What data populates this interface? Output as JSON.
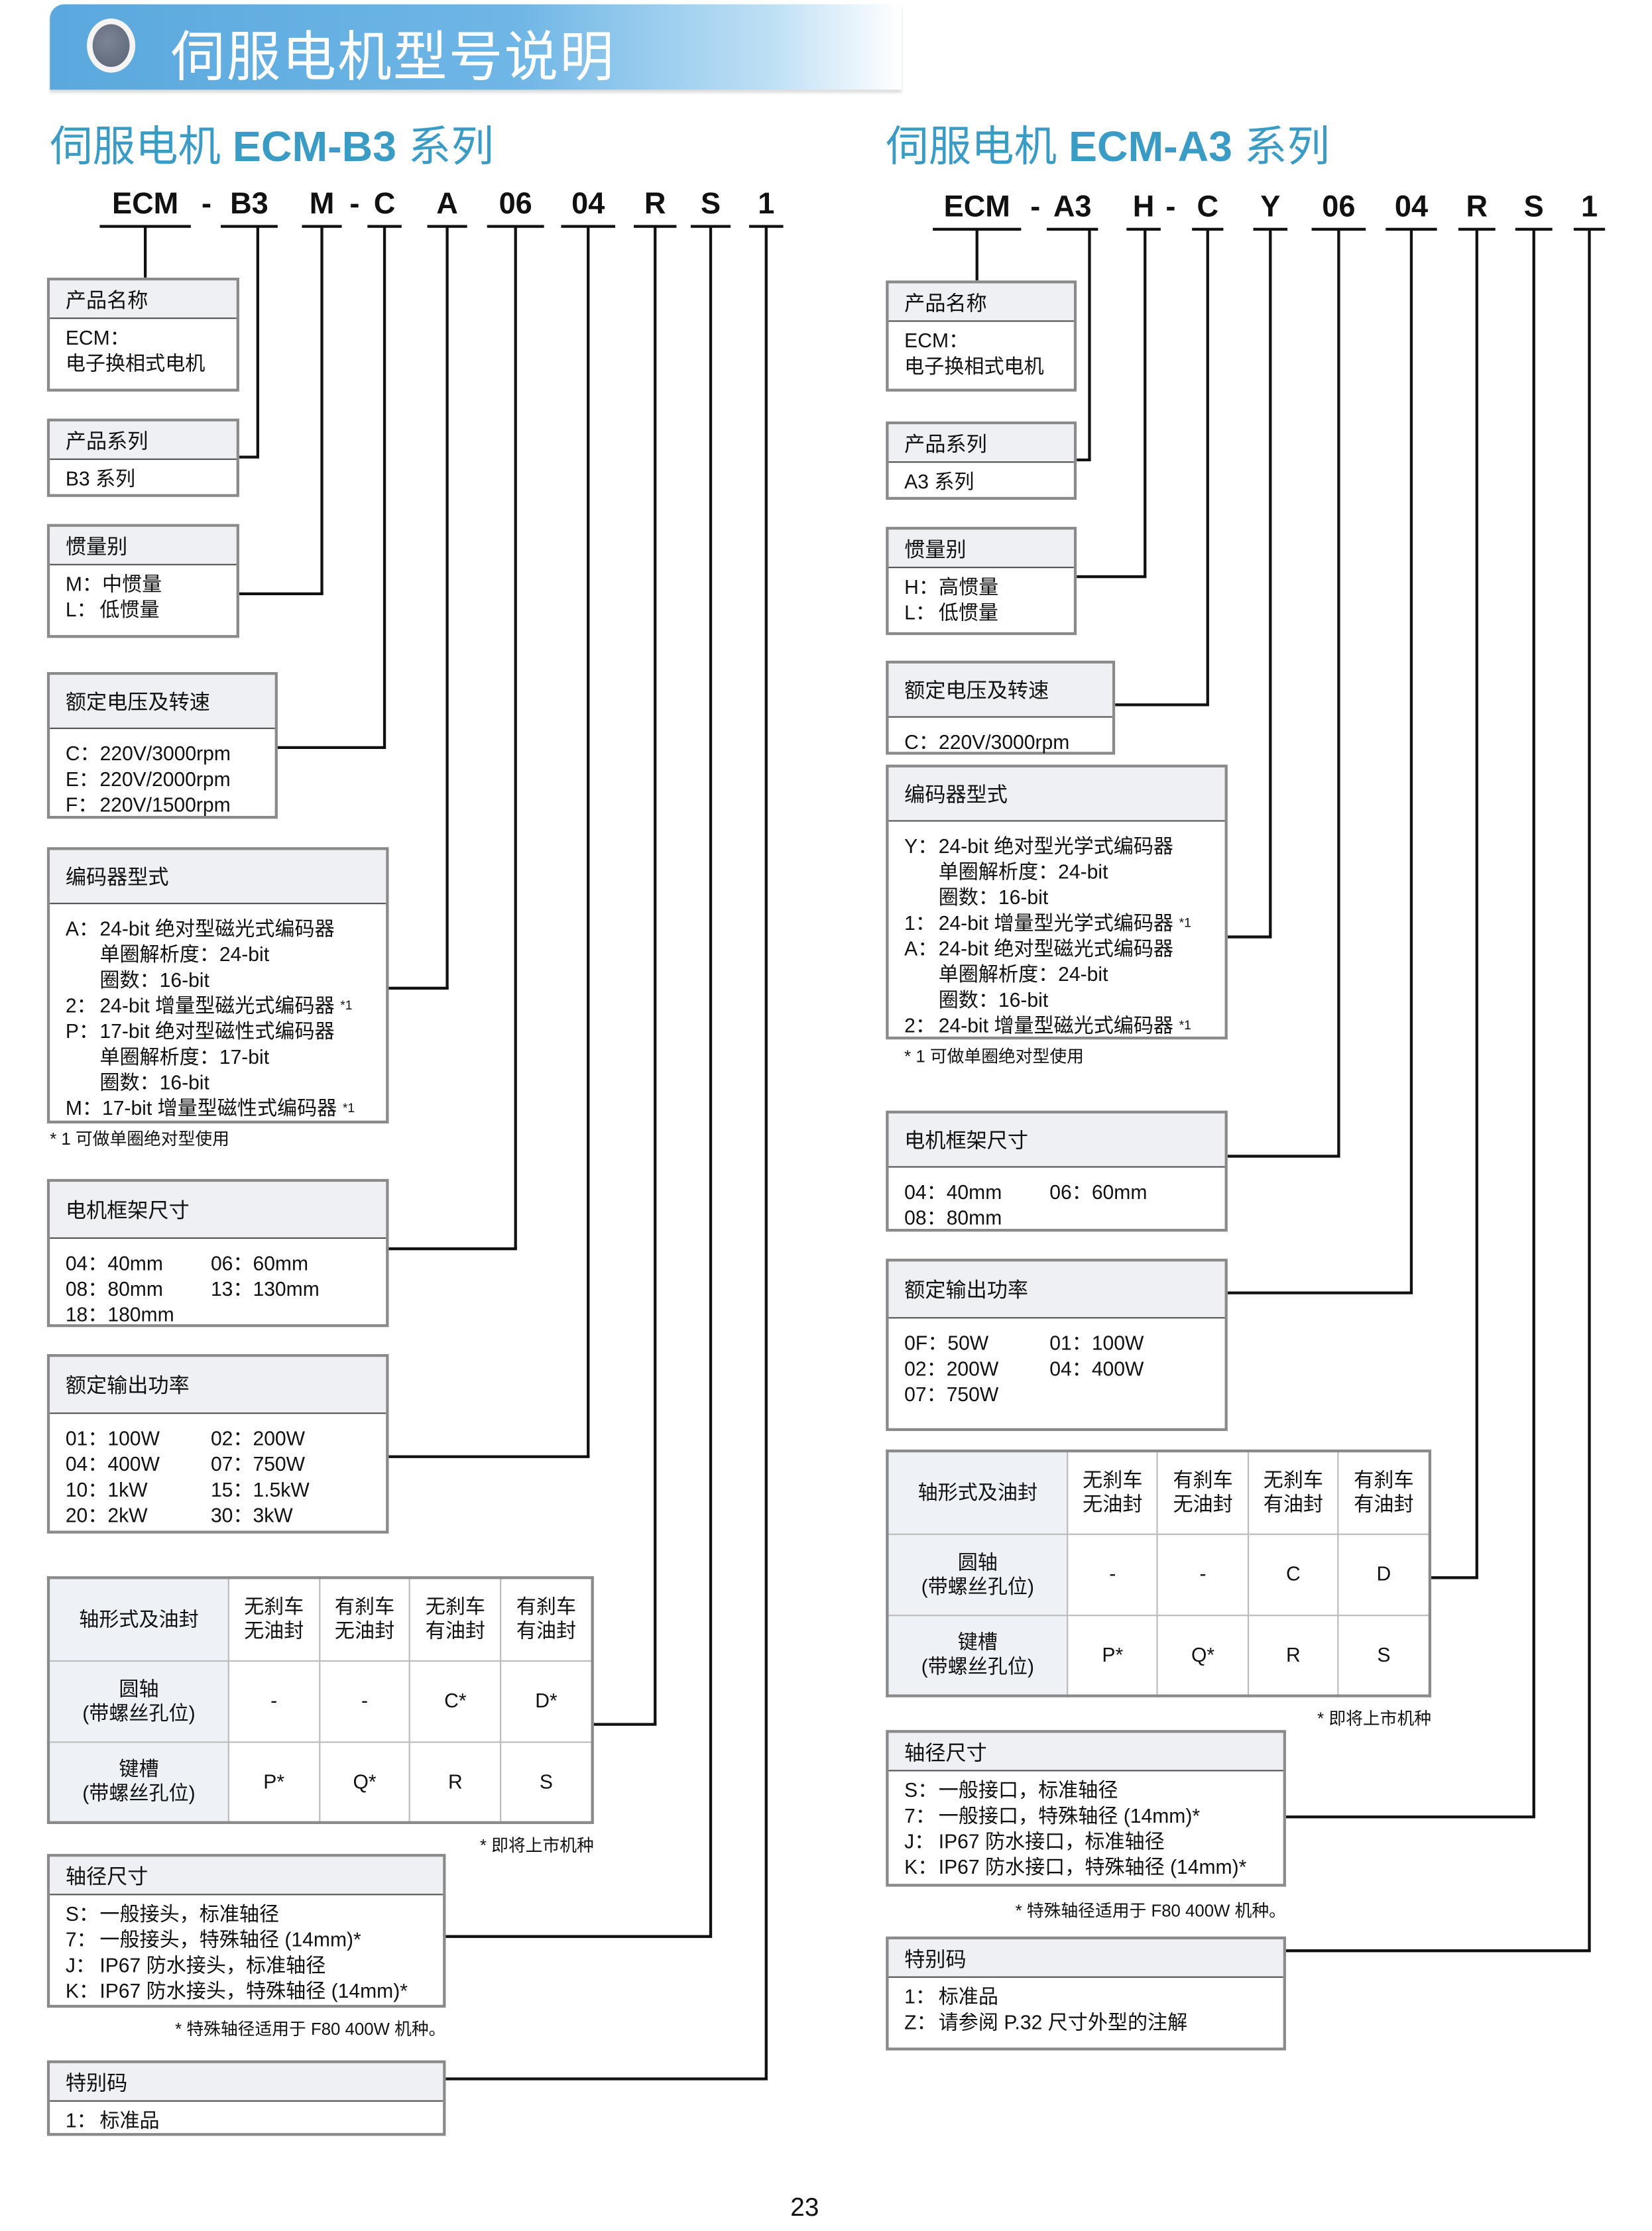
{
  "header": {
    "title": "伺服电机型号说明"
  },
  "page_number": "23",
  "left": {
    "title_prefix": "伺服电机 ",
    "title_model": "ECM-B3",
    "title_suffix": " 系列",
    "code": [
      "ECM",
      "-",
      "B3",
      "M",
      "-",
      "C",
      "A",
      "06",
      "04",
      "R",
      "S",
      "1"
    ],
    "boxes": [
      {
        "title": "产品名称",
        "lines": [
          {
            "t": "ECM："
          },
          {
            "t": "电子换相式电机"
          }
        ]
      },
      {
        "title": "产品系列",
        "lines": [
          {
            "t": "B3 系列"
          }
        ]
      },
      {
        "title": "惯量别",
        "lines": [
          {
            "k": "M：",
            "t": "中惯量"
          },
          {
            "k": "L：",
            "t": "低惯量"
          }
        ]
      },
      {
        "title": "额定电压及转速",
        "lines": [
          {
            "k": "C：",
            "t": "220V/3000rpm"
          },
          {
            "k": "E：",
            "t": "220V/2000rpm"
          },
          {
            "k": "F：",
            "t": "220V/1500rpm"
          }
        ]
      },
      {
        "title": "编码器型式",
        "lines": [
          {
            "k": "A：",
            "t": "24-bit 绝对型磁光式编码器"
          },
          {
            "k": "",
            "t": "单圈解析度：24-bit"
          },
          {
            "k": "",
            "t": "圈数：16-bit"
          },
          {
            "k": "2：",
            "t": "24-bit 增量型磁光式编码器",
            "sup": "*1"
          },
          {
            "k": "P：",
            "t": "17-bit 绝对型磁性式编码器"
          },
          {
            "k": "",
            "t": "单圈解析度：17-bit"
          },
          {
            "k": "",
            "t": "圈数：16-bit"
          },
          {
            "k": "M：",
            "t": "17-bit 增量型磁性式编码器",
            "sup": "*1"
          }
        ]
      },
      {
        "title": "电机框架尺寸",
        "lines": [
          {
            "cols": [
              "04：40mm",
              "06：60mm"
            ]
          },
          {
            "cols": [
              "08：80mm",
              "13：130mm"
            ]
          },
          {
            "cols": [
              "18：180mm"
            ]
          }
        ]
      },
      {
        "title": "额定输出功率",
        "lines": [
          {
            "cols": [
              "01：100W",
              "02：200W"
            ]
          },
          {
            "cols": [
              "04：400W",
              "07：750W"
            ]
          },
          {
            "cols": [
              "10：1kW",
              "15：1.5kW"
            ]
          },
          {
            "cols": [
              "20：2kW",
              "30：3kW"
            ]
          }
        ]
      },
      {
        "title": "轴径尺寸",
        "lines": [
          {
            "k": "S：",
            "t": "一般接头，标准轴径"
          },
          {
            "k": "7：",
            "t": "一般接头，特殊轴径 (14mm)*"
          },
          {
            "k": "J：",
            "t": "IP67 防水接头，标准轴径"
          },
          {
            "k": "K：",
            "t": "IP67 防水接头，特殊轴径 (14mm)*"
          }
        ]
      },
      {
        "title": "特别码",
        "lines": [
          {
            "k": "1：",
            "t": "标准品"
          }
        ]
      }
    ],
    "table": {
      "header": [
        "轴形式及油封",
        "无刹车\n无油封",
        "有刹车\n无油封",
        "无刹车\n有油封",
        "有刹车\n有油封"
      ],
      "rows": [
        [
          "圆轴\n(带螺丝孔位)",
          "-",
          "-",
          "C*",
          "D*"
        ],
        [
          "键槽\n(带螺丝孔位)",
          "P*",
          "Q*",
          "R",
          "S"
        ]
      ]
    },
    "notes": {
      "encoder": "* 1 可做单圈绝对型使用",
      "table": "* 即将上市机种",
      "shaft": "* 特殊轴径适用于 F80 400W 机种。"
    }
  },
  "right": {
    "title_prefix": "伺服电机 ",
    "title_model": "ECM-A3",
    "title_suffix": " 系列",
    "code": [
      "ECM",
      "-",
      "A3",
      "H",
      "-",
      "C",
      "Y",
      "06",
      "04",
      "R",
      "S",
      "1"
    ],
    "boxes": [
      {
        "title": "产品名称",
        "lines": [
          {
            "t": "ECM："
          },
          {
            "t": "电子换相式电机"
          }
        ]
      },
      {
        "title": "产品系列",
        "lines": [
          {
            "t": "A3 系列"
          }
        ]
      },
      {
        "title": "惯量别",
        "lines": [
          {
            "k": "H：",
            "t": "高惯量"
          },
          {
            "k": "L：",
            "t": "低惯量"
          }
        ]
      },
      {
        "title": "额定电压及转速",
        "lines": [
          {
            "k": "C：",
            "t": "220V/3000rpm"
          }
        ]
      },
      {
        "title": "编码器型式",
        "lines": [
          {
            "k": "Y：",
            "t": "24-bit 绝对型光学式编码器"
          },
          {
            "k": "",
            "t": "单圈解析度：24-bit"
          },
          {
            "k": "",
            "t": "圈数：16-bit"
          },
          {
            "k": "1：",
            "t": "24-bit 增量型光学式编码器",
            "sup": "*1"
          },
          {
            "k": "A：",
            "t": "24-bit 绝对型磁光式编码器"
          },
          {
            "k": "",
            "t": "单圈解析度：24-bit"
          },
          {
            "k": "",
            "t": "圈数：16-bit"
          },
          {
            "k": "2：",
            "t": "24-bit 增量型磁光式编码器",
            "sup": "*1"
          }
        ]
      },
      {
        "title": "电机框架尺寸",
        "lines": [
          {
            "cols": [
              "04：40mm",
              "06：60mm"
            ]
          },
          {
            "cols": [
              "08：80mm"
            ]
          }
        ]
      },
      {
        "title": "额定输出功率",
        "lines": [
          {
            "cols": [
              "0F：50W",
              "01：100W"
            ]
          },
          {
            "cols": [
              "02：200W",
              "04：400W"
            ]
          },
          {
            "cols": [
              "07：750W"
            ]
          }
        ]
      },
      {
        "title": "轴径尺寸",
        "lines": [
          {
            "k": "S：",
            "t": "一般接口，标准轴径"
          },
          {
            "k": "7：",
            "t": "一般接口，特殊轴径 (14mm)*"
          },
          {
            "k": "J：",
            "t": "IP67 防水接口，标准轴径"
          },
          {
            "k": "K：",
            "t": "IP67 防水接口，特殊轴径 (14mm)*"
          }
        ]
      },
      {
        "title": "特别码",
        "lines": [
          {
            "k": "1：",
            "t": "标准品"
          },
          {
            "k": "Z：",
            "t": "请参阅 P.32 尺寸外型的注解"
          }
        ]
      }
    ],
    "table": {
      "header": [
        "轴形式及油封",
        "无刹车\n无油封",
        "有刹车\n无油封",
        "无刹车\n有油封",
        "有刹车\n有油封"
      ],
      "rows": [
        [
          "圆轴\n(带螺丝孔位)",
          "-",
          "-",
          "C",
          "D"
        ],
        [
          "键槽\n(带螺丝孔位)",
          "P*",
          "Q*",
          "R",
          "S"
        ]
      ]
    },
    "notes": {
      "encoder": "* 1 可做单圈绝对型使用",
      "table": "* 即将上市机种",
      "shaft": "* 特殊轴径适用于 F80 400W 机种。"
    }
  }
}
